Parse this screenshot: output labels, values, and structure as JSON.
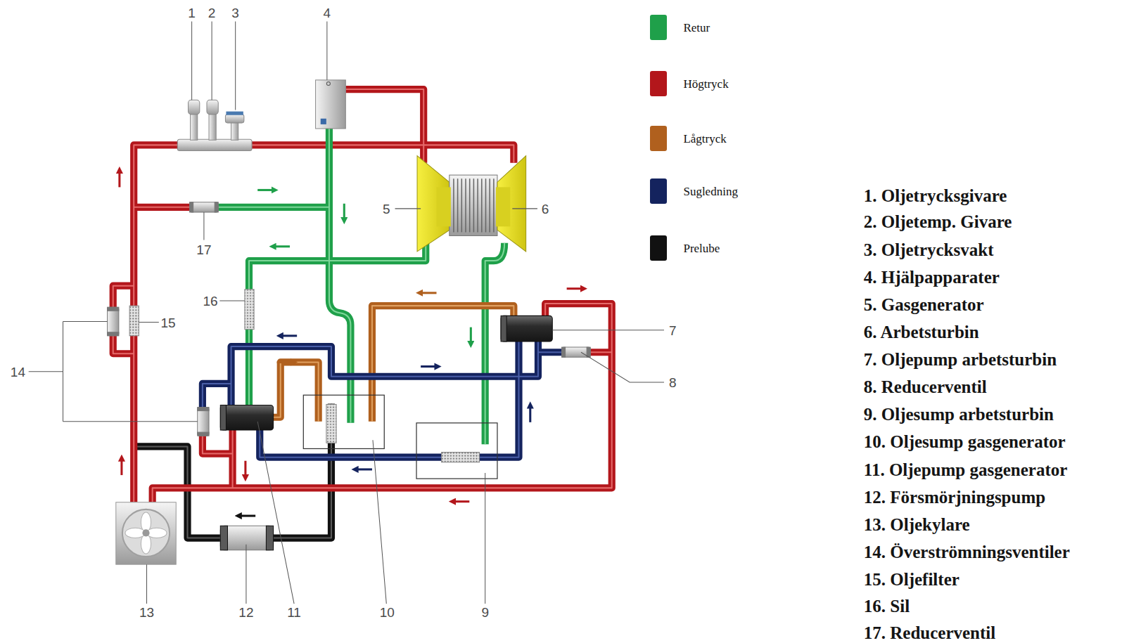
{
  "diagram": {
    "labels": [
      "1",
      "2",
      "3",
      "4",
      "5",
      "6",
      "7",
      "8",
      "9",
      "10",
      "11",
      "12",
      "13",
      "14",
      "15",
      "16",
      "17",
      "1. Oljetrycksgivare",
      "2. Oljetemp. Givare",
      "3. Oljetrycksvakt",
      "4. Hjälpapparater",
      "5. Gasgenerator",
      "6. Arbetsturbin",
      "7. Oljepump arbetsturbin",
      "8. Reducerventil",
      "9. Oljesump arbetsturbin",
      "10. Oljesump gasgenerator",
      "11. Oljepump gasgenerator",
      "12. Försmörjningspump",
      "13. Oljekylare",
      "14. Överströmningsventiler",
      "15. Oljefilter",
      "16. Sil",
      "17. Reducerventil"
    ],
    "legend": [
      {
        "text": "Retur",
        "color": "#1fa04a"
      },
      {
        "text": "Högtryck",
        "color": "#b3161b"
      },
      {
        "text": "Lågtryck",
        "color": "#b0601e"
      },
      {
        "text": "Sugledning",
        "color": "#14235e"
      },
      {
        "text": "Prelube",
        "color": "#111111"
      }
    ]
  }
}
